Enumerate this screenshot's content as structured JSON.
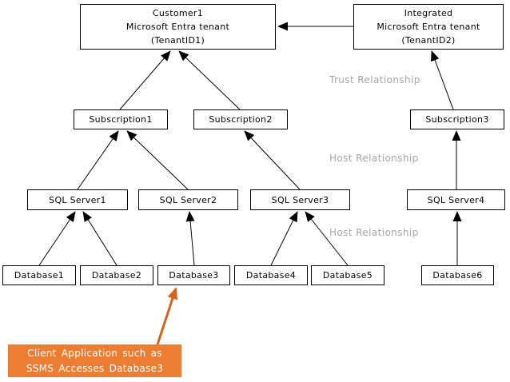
{
  "nodes": {
    "tenant1": {
      "line1": "Customer1",
      "line2": "Microsoft Entra tenant",
      "line3": "(TenantID1)"
    },
    "tenant2": {
      "line1": "Integrated",
      "line2": "Microsoft Entra tenant",
      "line3": "(TenantID2)"
    },
    "subscription1": "Subscription1",
    "subscription2": "Subscription2",
    "subscription3": "Subscription3",
    "sqlserver1": "SQL Server1",
    "sqlserver2": "SQL Server2",
    "sqlserver3": "SQL Server3",
    "sqlserver4": "SQL Server4",
    "database1": "Database1",
    "database2": "Database2",
    "database3": "Database3",
    "database4": "Database4",
    "database5": "Database5",
    "database6": "Database6"
  },
  "labels": {
    "trust": "Trust Relationship",
    "host1": "Host Relationship",
    "host2": "Host Relationship"
  },
  "callout": {
    "line1": "Client Application such as",
    "line2": "SSMS Accesses Database3"
  },
  "edges": [
    {
      "from": "tenant2",
      "to": "tenant1"
    },
    {
      "from": "subscription1",
      "to": "tenant1"
    },
    {
      "from": "subscription2",
      "to": "tenant1"
    },
    {
      "from": "subscription3",
      "to": "tenant2"
    },
    {
      "from": "sqlserver1",
      "to": "subscription1"
    },
    {
      "from": "sqlserver2",
      "to": "subscription1"
    },
    {
      "from": "sqlserver3",
      "to": "subscription2"
    },
    {
      "from": "sqlserver4",
      "to": "subscription3"
    },
    {
      "from": "database1",
      "to": "sqlserver1"
    },
    {
      "from": "database2",
      "to": "sqlserver1"
    },
    {
      "from": "database3",
      "to": "sqlserver2"
    },
    {
      "from": "database4",
      "to": "sqlserver3"
    },
    {
      "from": "database5",
      "to": "sqlserver3"
    },
    {
      "from": "database6",
      "to": "sqlserver4"
    },
    {
      "from": "client-application-callout",
      "to": "database3"
    }
  ],
  "colors": {
    "callout_bg": "#ED7D31",
    "callout_arrow": "#D2641E",
    "relationship_label": "#A5A5A5",
    "connector": "#000000",
    "box_border": "#000000"
  }
}
